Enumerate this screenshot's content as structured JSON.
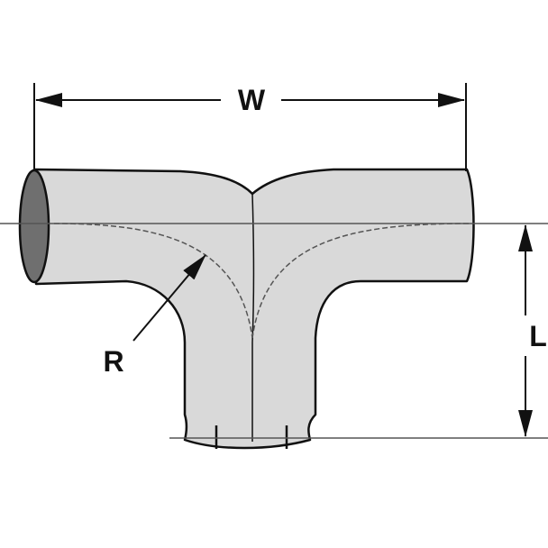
{
  "labels": {
    "width": "W",
    "radius": "R",
    "length": "L"
  },
  "colors": {
    "pipe_fill": "#d9d9d9",
    "end_fill": "#6f6f6f",
    "line": "#111111",
    "centerline": "#555555"
  }
}
